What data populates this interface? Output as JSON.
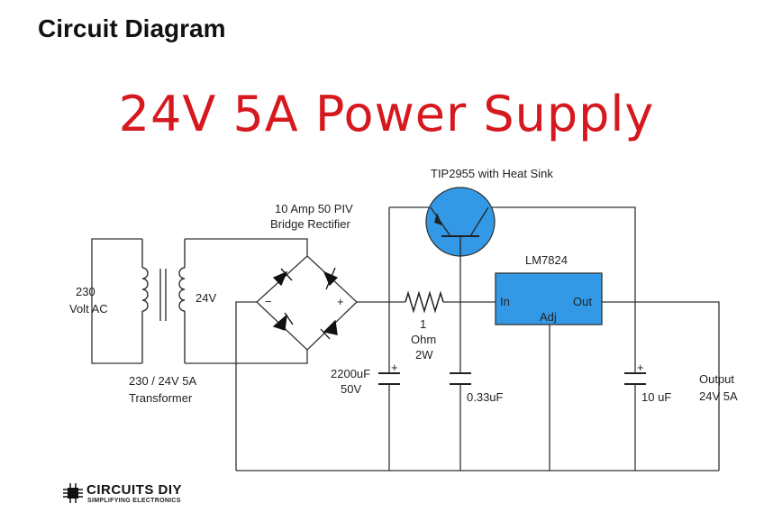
{
  "header": {
    "heading": "Circuit Diagram"
  },
  "title": {
    "text": "24V 5A Power Supply",
    "color": "#d6191f"
  },
  "labels": {
    "transistor": "TIP2955 with Heat Sink",
    "rectifier_line1": "10 Amp 50 PIV",
    "rectifier_line2": "Bridge Rectifier",
    "ac_line1": "230",
    "ac_line2": "Volt AC",
    "secondary_voltage": "24V",
    "transformer_line1": "230 / 24V 5A",
    "transformer_line2": "Transformer",
    "bridge_minus": "−",
    "bridge_plus": "+",
    "resistor_line1": "1",
    "resistor_line2": "Ohm",
    "resistor_line3": "2W",
    "cap1_line1": "2200uF",
    "cap1_line2": "50V",
    "cap2": "0.33uF",
    "regulator": "LM7824",
    "reg_in": "In",
    "reg_out": "Out",
    "reg_adj": "Adj",
    "cap3": "10 uF",
    "output_line1": "Output",
    "output_line2": "24V 5A",
    "cap_plus": "+"
  },
  "logo": {
    "name": "CIRCUITS DIY",
    "tagline": "SIMPLIFYING ELECTRONICS",
    "icon": "chip-icon"
  },
  "colors": {
    "wire": "#333333",
    "transistor_fill": "#3399e6",
    "regulator_fill": "#3399e6"
  }
}
